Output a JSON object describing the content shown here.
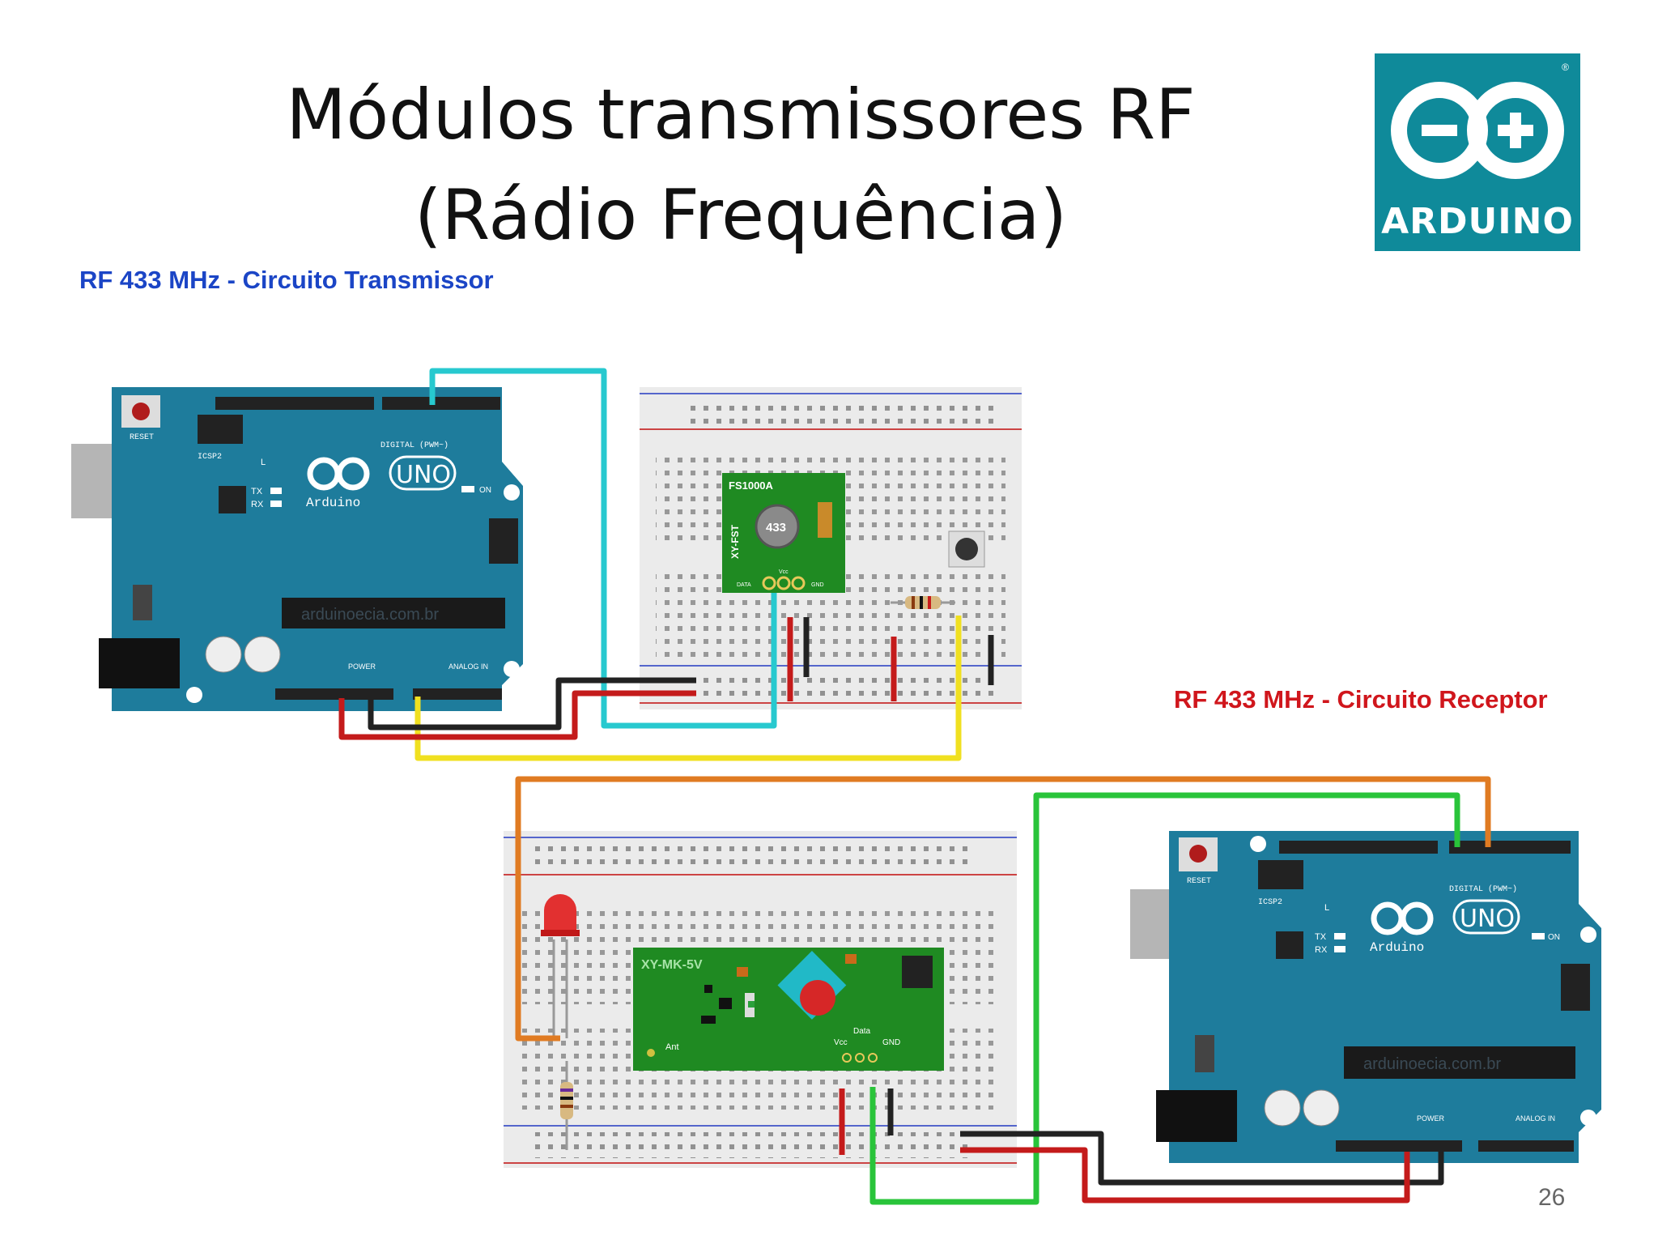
{
  "slide": {
    "title_line1": "Módulos transmissores RF",
    "title_line2": "(Rádio Frequência)",
    "page_number": "26"
  },
  "logo": {
    "text": "ARDUINO",
    "reg": "®",
    "color": "#0f8a9a"
  },
  "transmitter": {
    "heading": "RF 433 MHz - Circuito Transmissor",
    "heading_color": "#1b45c6",
    "module_name": "FS1000A",
    "module_side_label": "XY-FST",
    "crystal_label": "433",
    "pin_labels": [
      "DATA",
      "Vcc",
      "GND"
    ]
  },
  "receiver": {
    "heading": "RF 433 MHz - Circuito Receptor",
    "heading_color": "#d0161c",
    "module_name": "XY-MK-5V",
    "ant_label": "Ant",
    "pin_labels": [
      "Vcc",
      "Data",
      "GND"
    ]
  },
  "arduino_board": {
    "model": "UNO",
    "brand": "Arduino",
    "reset_label": "RESET",
    "icsp_label": "ICSP2",
    "digital_label": "DIGITAL (PWM~)",
    "power_label": "POWER",
    "analog_label": "ANALOG IN",
    "on_label": "ON",
    "watermark": "arduinoecia.com.br",
    "tx_label": "TX",
    "rx_label": "RX",
    "l_label": "L",
    "board_color": "#1e7c9c"
  },
  "wire_colors": {
    "cyan": "#27c9cf",
    "red": "#c41b1b",
    "black": "#222222",
    "yellow": "#f0e020",
    "orange": "#e07b22",
    "green": "#29c43a"
  }
}
